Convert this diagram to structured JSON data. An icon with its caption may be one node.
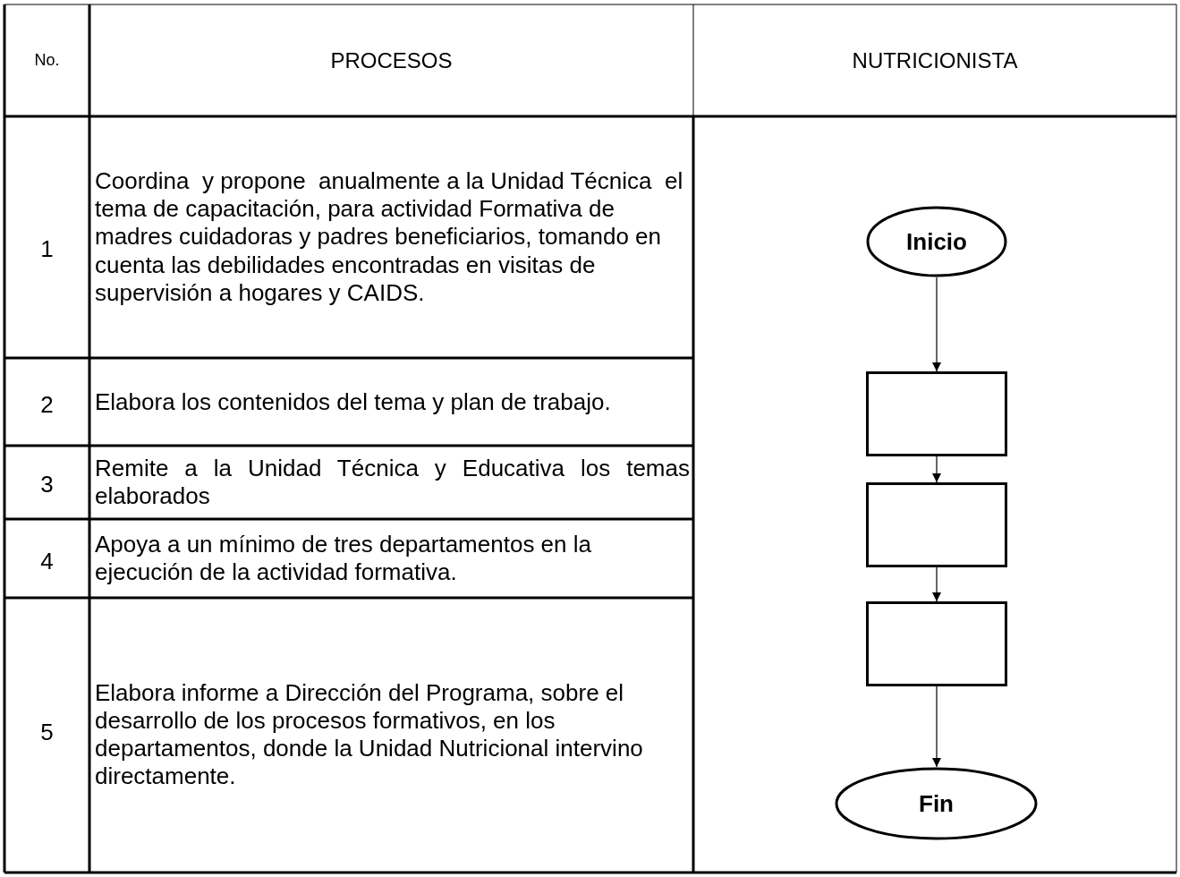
{
  "diagram": {
    "nodes": [
      {
        "text": [
          "Inicio"
        ]
      },
      {
        "text": [],
        "shape": "box"
      },
      {
        "text": [],
        "shape": "box"
      },
      {
        "text": [],
        "shape": "box"
      },
      {
        "text": [
          "Fin"
        ]
      }
    ],
    "edges": [
      {
        "from": 0,
        "to": 1,
        "arrow": "to"
      },
      {
        "from": 1,
        "to": 2,
        "arrow": "to"
      },
      {
        "from": 2,
        "to": 3,
        "arrow": "to"
      },
      {
        "from": 3,
        "to": 4,
        "arrow": "to"
      }
    ],
    "labels": [
      "No.",
      "PROCESOS",
      "NUTRICIONISTA",
      "1",
      "Coordina  y propone  anualmente a la Unidad Técnica  el   tema de capacitación, para actividad Formativa de madres cuidadoras y padres beneficiarios, tomando en cuenta las debilidades encontradas en visitas de supervisión a hogares y CAIDS.",
      "2",
      "Elabora los contenidos del tema y plan de trabajo.",
      "3",
      "Remite a la Unidad Técnica y Educativa los temas elaborados",
      "4",
      "Apoya a un mínimo de tres departamentos en la ejecución de la actividad formativa.",
      "5",
      "Elabora informe a Dirección del Programa, sobre el desarrollo de los procesos formativos, en los departamentos, donde la Unidad Nutricional intervino directamente."
    ]
  }
}
